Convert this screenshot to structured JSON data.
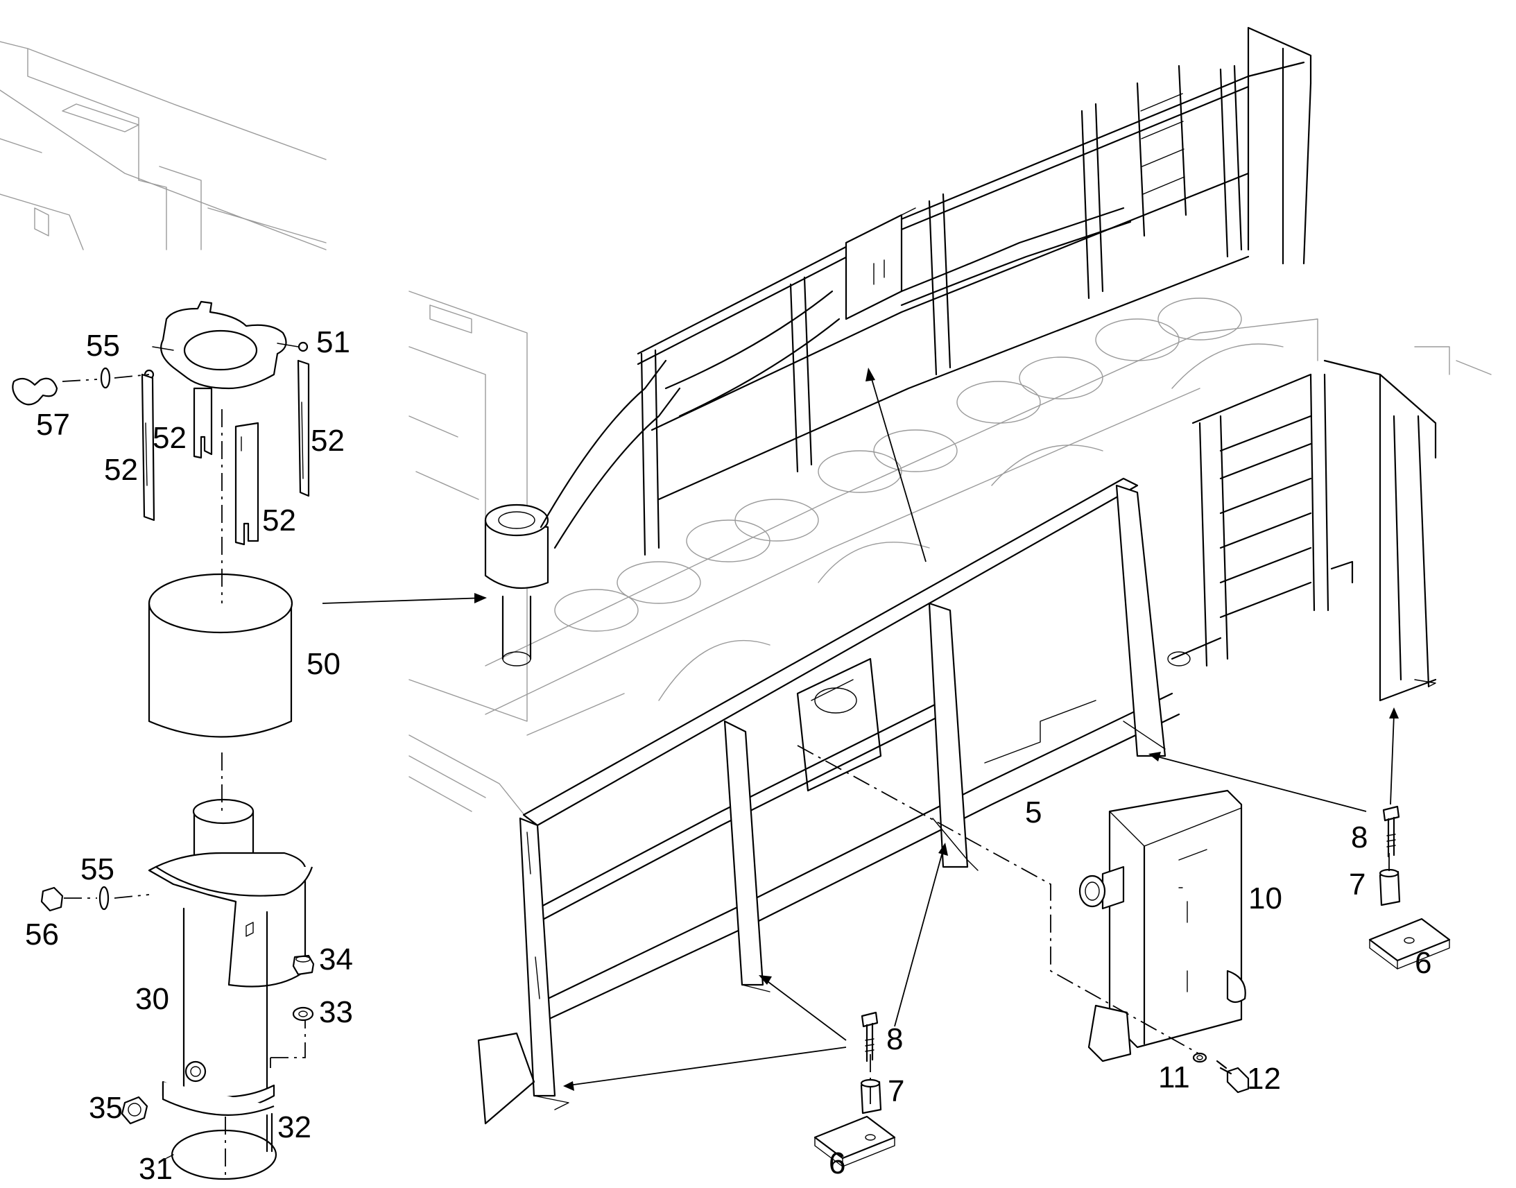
{
  "colors": {
    "line": "#000000",
    "ghost_line": "#9a9a9a",
    "background": "#ffffff"
  },
  "callouts": {
    "c5": "5",
    "c6a": "6",
    "c6b": "6",
    "c7a": "7",
    "c7b": "7",
    "c8a": "8",
    "c8b": "8",
    "c10": "10",
    "c11": "11",
    "c12": "12",
    "c30": "30",
    "c31": "31",
    "c32": "32",
    "c33": "33",
    "c34": "34",
    "c35": "35",
    "c50": "50",
    "c51": "51",
    "c52a": "52",
    "c52b": "52",
    "c52c": "52",
    "c52d": "52",
    "c55a": "55",
    "c55b": "55",
    "c56": "56",
    "c57": "57"
  }
}
